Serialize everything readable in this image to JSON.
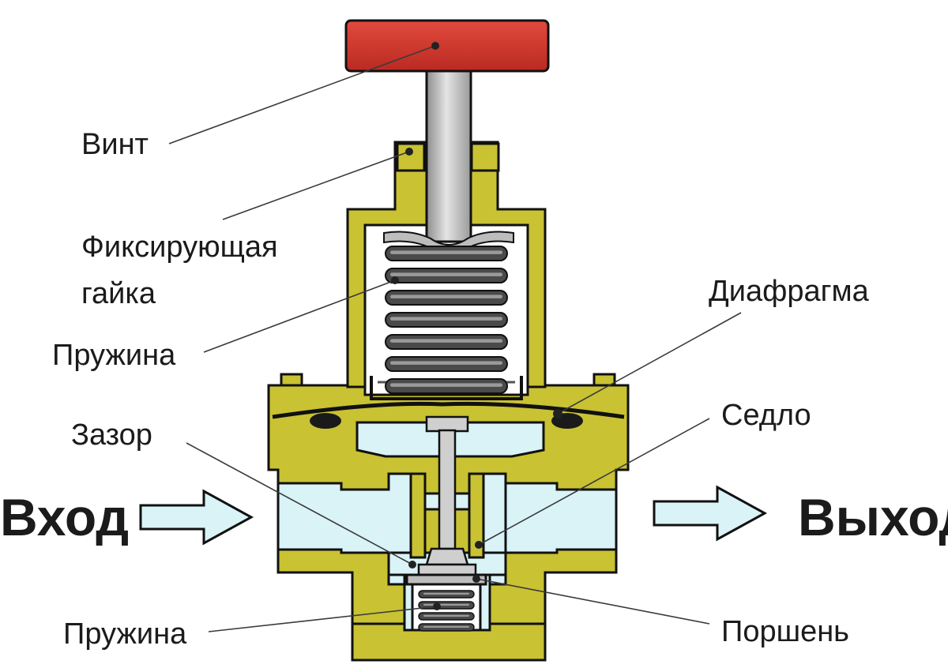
{
  "diagram": {
    "labels": {
      "screw": "Винт",
      "lock_nut_line1": "Фиксирующая",
      "lock_nut_line2": "гайка",
      "spring_top": "Пружина",
      "diaphragm": "Диафрагма",
      "seat": "Седло",
      "gap": "Зазор",
      "inlet": "Вход",
      "outlet": "Выход",
      "spring_bottom": "Пружина",
      "piston": "Поршень"
    },
    "colors": {
      "knob": "#d8382d",
      "brass": "#c9c232",
      "brass_dark": "#a8a221",
      "stem": "#bdbdbd",
      "fluid": "#d9f3f7",
      "spring": "#4a4a4a",
      "outline": "#111111"
    },
    "icons": [
      "inlet-arrow-icon",
      "outlet-arrow-icon"
    ]
  }
}
